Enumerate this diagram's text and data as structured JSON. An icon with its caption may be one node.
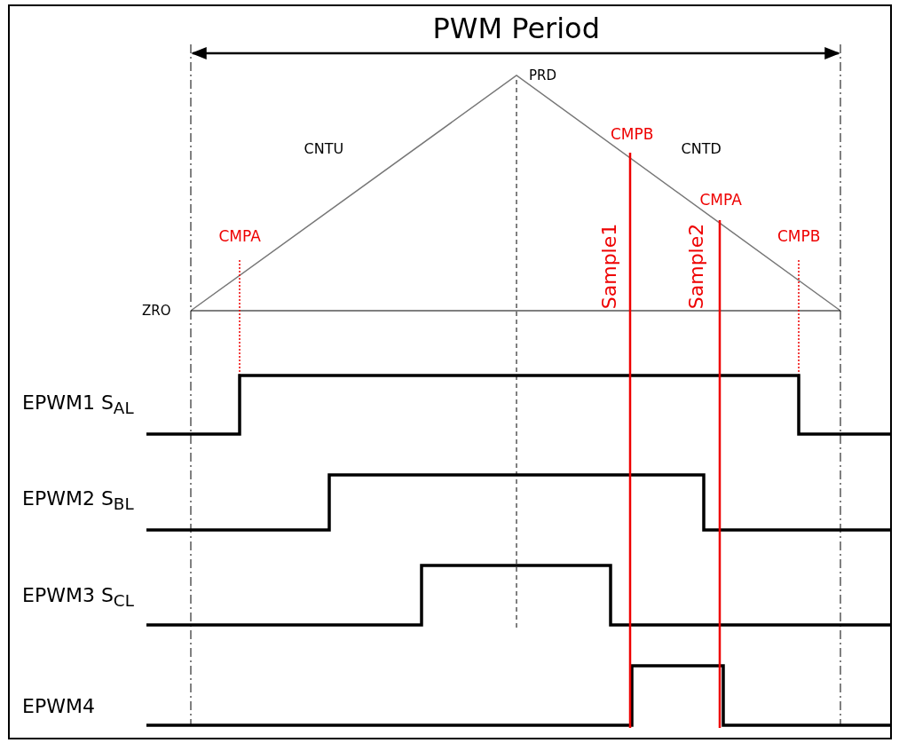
{
  "diagram": {
    "labels": [
      "PWM Period",
      "PRD",
      "CNTU",
      "CMPB",
      "CNTD",
      "CMPA",
      "CMPA",
      "CMPB",
      "ZRO",
      "Sample1",
      "Sample2",
      "EPWM1 S$_{AL}$",
      "EPWM2 S$_{BL}$",
      "EPWM3 S$_{CL}$",
      "EPWM4"
    ]
  }
}
